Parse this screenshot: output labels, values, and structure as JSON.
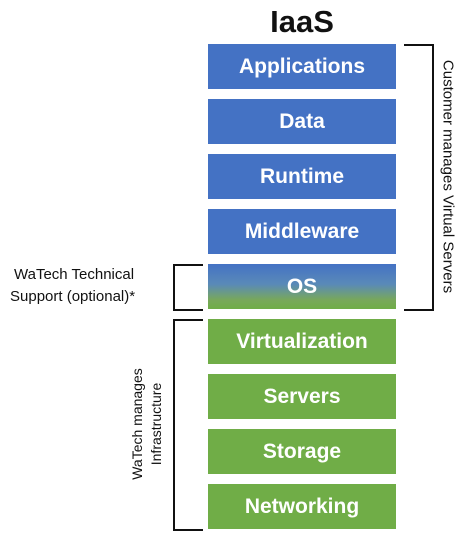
{
  "title": "IaaS",
  "layers": [
    {
      "label": "Applications"
    },
    {
      "label": "Data"
    },
    {
      "label": "Runtime"
    },
    {
      "label": "Middleware"
    },
    {
      "label": "OS"
    },
    {
      "label": "Virtualization"
    },
    {
      "label": "Servers"
    },
    {
      "label": "Storage"
    },
    {
      "label": "Networking"
    }
  ],
  "annotations": {
    "customer": "Customer manages Virtual Servers",
    "support_line1": "WaTech Technical",
    "support_line2": "Support (optional)*",
    "watech_line1": "WaTech manages",
    "watech_line2": "Infrastructure"
  },
  "colors": {
    "software_layers": "#4472c4",
    "infrastructure_layers": "#70ad47"
  }
}
